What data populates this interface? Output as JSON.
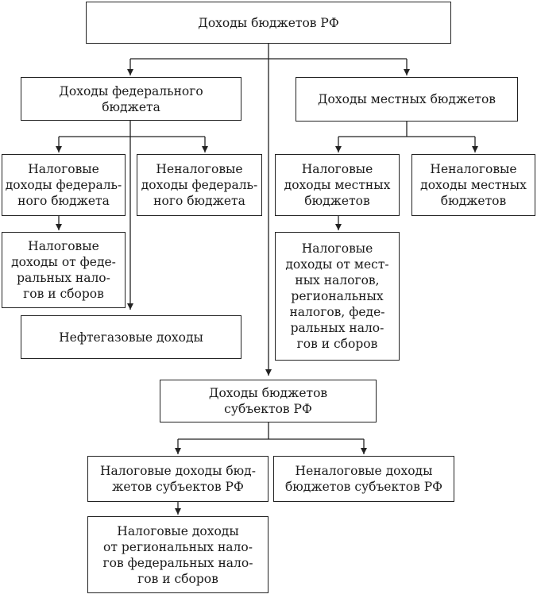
{
  "diagram": {
    "root": "Доходы бюджетов РФ",
    "federal": {
      "title": "Доходы федерального\nбюджета",
      "tax": "Налоговые\nдоходы федераль-\nного бюджета",
      "nontax": "Неналоговые\nдоходы федераль-\nного бюджета",
      "tax_from_federal": "Налоговые\nдоходы от феде-\nральных нало-\nгов и сборов",
      "oil_gas": "Нефтегазовые доходы"
    },
    "local": {
      "title": "Доходы местных бюджетов",
      "tax": "Налоговые\nдоходы местных\nбюджетов",
      "nontax": "Неналоговые\nдоходы местных\nбюджетов",
      "tax_from_all": "Налоговые\nдоходы от мест-\nных налогов,\nрегиональных\nналогов, феде-\nральных нало-\nгов и сборов"
    },
    "regional": {
      "title": "Доходы бюджетов\nсубъектов РФ",
      "tax": "Налоговые доходы бюд-\nжетов субъектов РФ",
      "nontax": "Неналоговые доходы\nбюджетов субъектов РФ",
      "tax_from_regional": "Налоговые доходы\nот региональных нало-\nгов федеральных нало-\nгов и сборов"
    }
  }
}
